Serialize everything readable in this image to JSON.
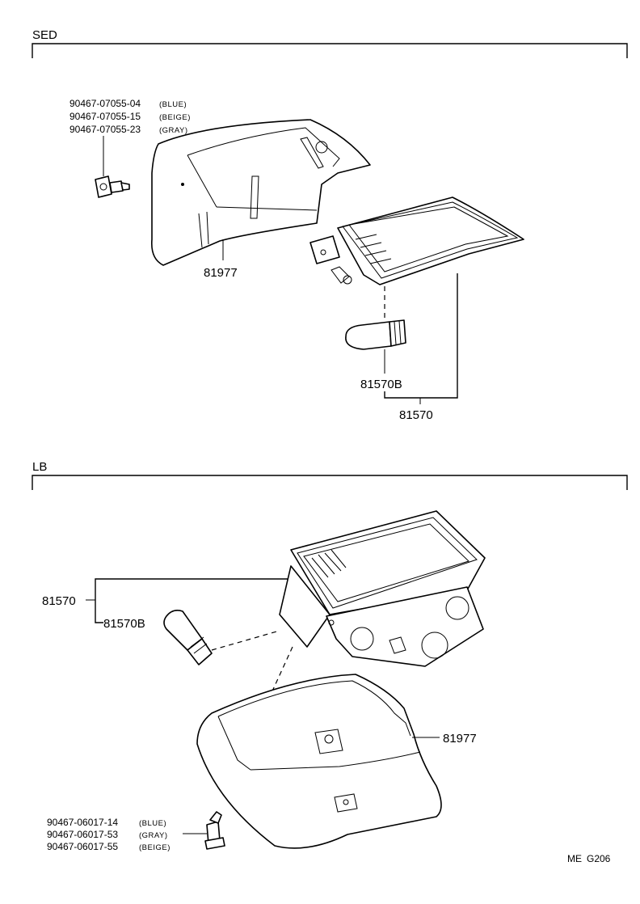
{
  "sections": [
    {
      "title": "SED",
      "fasteners": [
        {
          "part": "90467-07055-04",
          "note": "(BLUE)"
        },
        {
          "part": "90467-07055-15",
          "note": "(BEIGE)"
        },
        {
          "part": "90467-07055-23",
          "note": "(GRAY)"
        }
      ],
      "cover": "81977",
      "bulb": "81570B",
      "lamp": "81570"
    },
    {
      "title": "LB",
      "fasteners": [
        {
          "part": "90467-06017-14",
          "note": "(BLUE)"
        },
        {
          "part": "90467-06017-53",
          "note": "(GRAY)"
        },
        {
          "part": "90467-06017-55",
          "note": "(BEIGE)"
        }
      ],
      "cover": "81977",
      "bulb": "81570B",
      "lamp": "81570"
    }
  ],
  "footer": {
    "code": "ME",
    "page": "G206"
  }
}
